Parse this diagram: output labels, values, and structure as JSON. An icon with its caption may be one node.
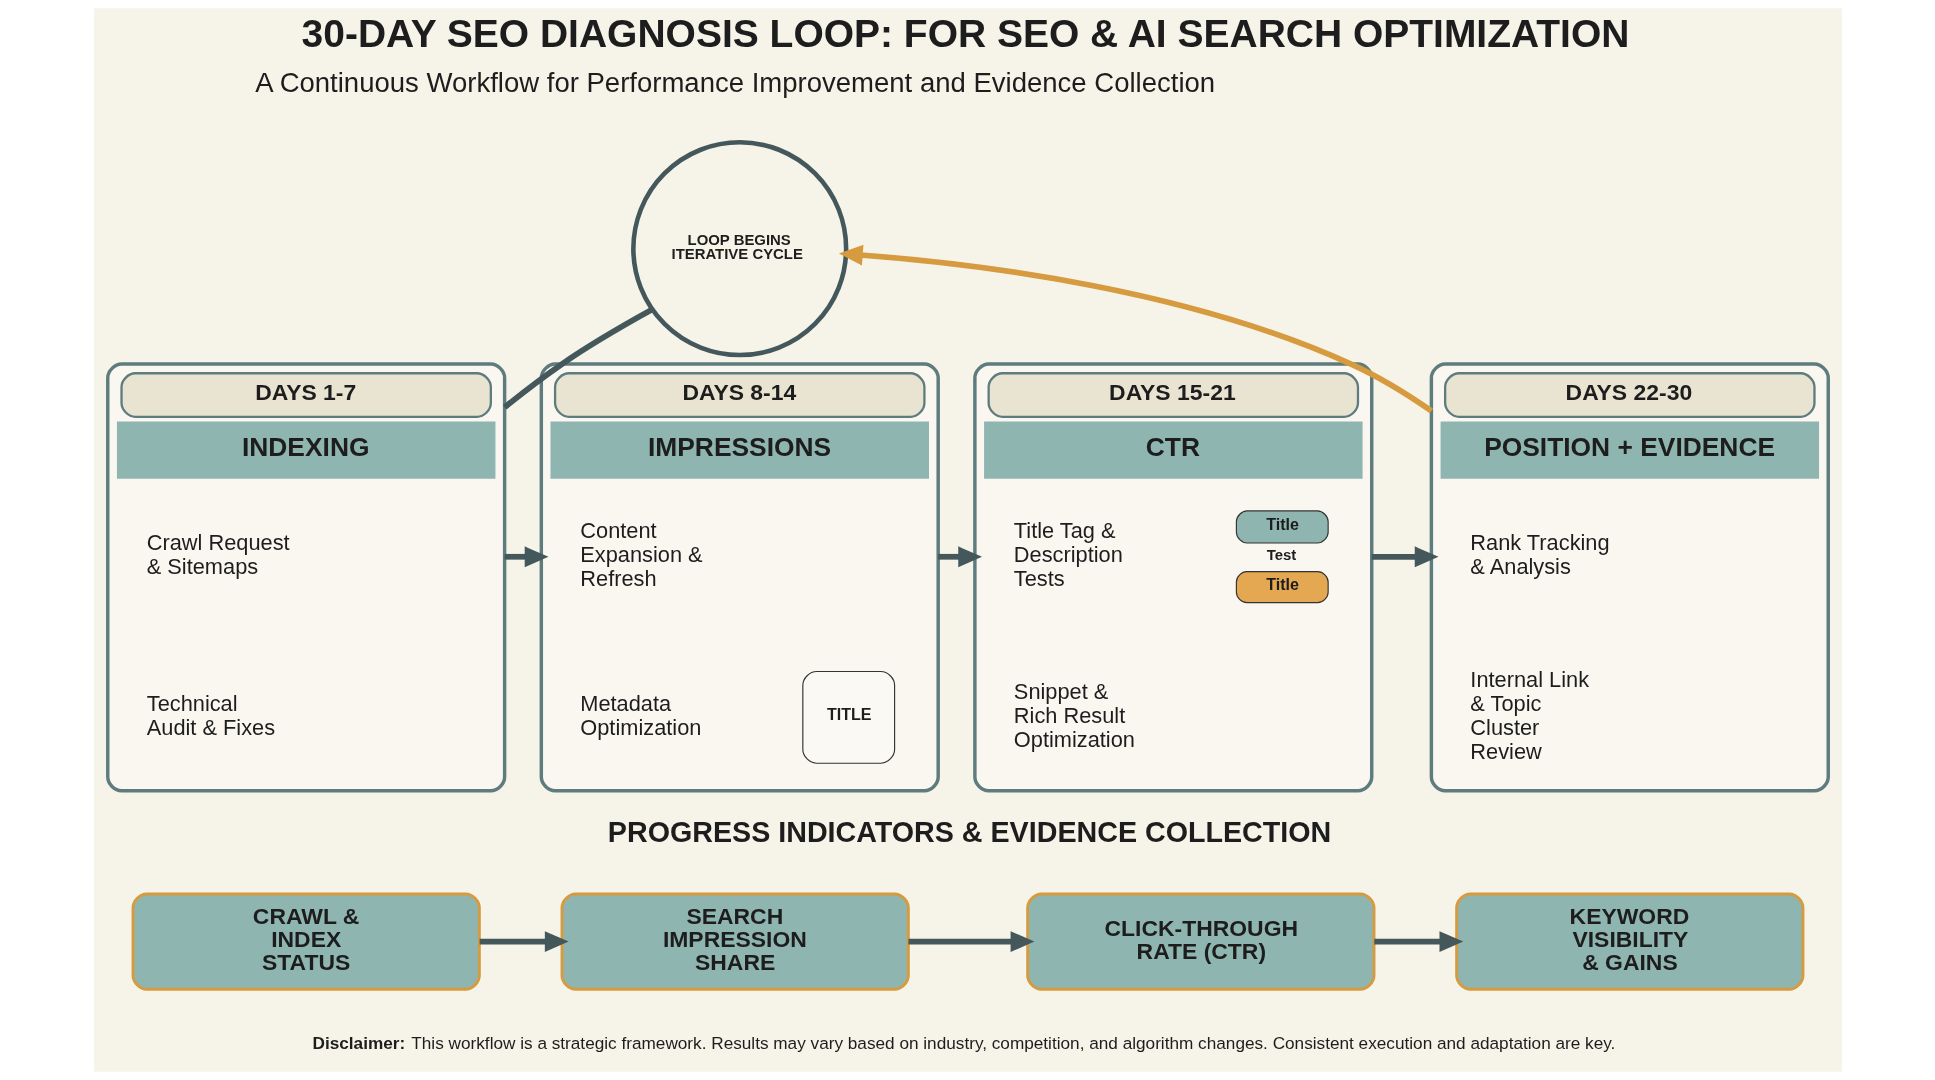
{
  "diagram": {
    "title": "30-DAY SEO DIAGNOSIS LOOP: FOR SEO & AI SEARCH OPTIMIZATION",
    "nodes": [
      {
        "text": [
          "LOOP BEGINS",
          "ITERATIVE CYCLE"
        ]
      },
      {
        "text": [
          "DAYS 1-7",
          "INDEXING"
        ]
      },
      {
        "text": [
          "Crawl Request & Sitemaps"
        ],
        "in": 1
      },
      {
        "text": [
          "Technical Audit & Fixes"
        ],
        "in": 1
      },
      {
        "text": [
          "DAYS 8-14",
          "IMPRESSIONS"
        ]
      },
      {
        "text": [
          "Content Expansion & Refresh"
        ],
        "in": 4
      },
      {
        "text": [
          "Metadata Optimization",
          "TITLE"
        ],
        "in": 4
      },
      {
        "text": [
          "DAYS 15-21",
          "CTR"
        ]
      },
      {
        "text": [
          "Title Tag & Description Tests",
          "Title",
          "Test",
          "Title"
        ],
        "in": 7
      },
      {
        "text": [
          "Snippet & Rich Result Optimization"
        ],
        "in": 7
      },
      {
        "text": [
          "DAYS 22-30",
          "POSITION + EVIDENCE"
        ]
      },
      {
        "text": [
          "Rank Tracking & Analysis"
        ],
        "in": 10
      },
      {
        "text": [
          "Internal Link & Topic Cluster Review"
        ],
        "in": 10
      },
      {
        "text": [
          "CRAWL & INDEX STATUS"
        ]
      },
      {
        "text": [
          "SEARCH IMPRESSION SHARE"
        ]
      },
      {
        "text": [
          "CLICK-THROUGH RATE (CTR)"
        ]
      },
      {
        "text": [
          "KEYWORD VISIBILITY & GAINS"
        ]
      }
    ],
    "edges": [
      {
        "from": 0,
        "to": 1,
        "arrow": "none"
      },
      {
        "from": 1,
        "to": 4,
        "arrow": "to"
      },
      {
        "from": 4,
        "to": 7,
        "arrow": "to"
      },
      {
        "from": 7,
        "to": 10,
        "arrow": "to"
      },
      {
        "from": 10,
        "to": 0,
        "arrow": "to",
        "color": "#d69b3f"
      },
      {
        "from": 13,
        "to": 14,
        "arrow": "to"
      },
      {
        "from": 14,
        "to": 15,
        "arrow": "to"
      },
      {
        "from": 15,
        "to": 16,
        "arrow": "to"
      }
    ],
    "labels": [
      "A Continuous Workflow for Performance Improvement and Evidence Collection",
      "PROGRESS INDICATORS & EVIDENCE COLLECTION",
      "**Disclaimer:** This workflow is a strategic framework. Results may vary based on industry, competition, and algorithm changes. Consistent execution and adaptation are key."
    ]
  }
}
